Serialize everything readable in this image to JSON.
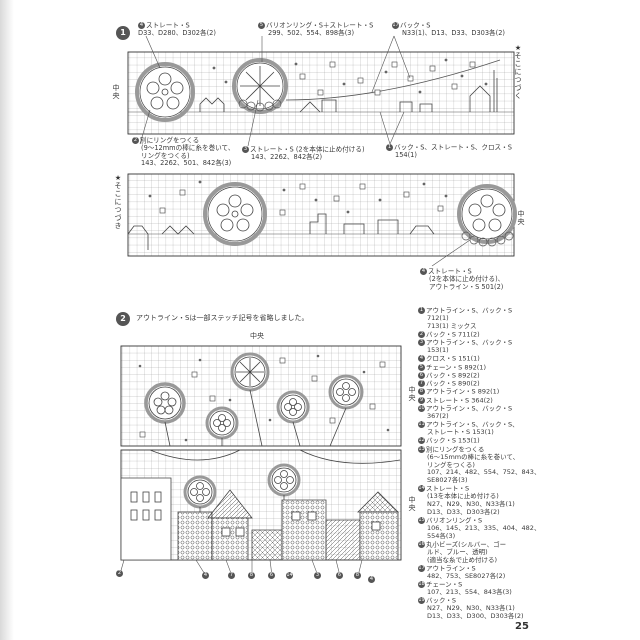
{
  "page_number": "25",
  "section1": {
    "badge": "1",
    "top_labels": {
      "a": {
        "num": "4",
        "line1": "ストレート・S",
        "line2": "D33、D280、D302各(2)"
      },
      "b": {
        "num": "5",
        "line1": "バリオンリング・S＋ストレート・S",
        "line2": "299、502、554、898各(3)"
      },
      "c": {
        "num": "17",
        "line1": "バック・S",
        "line2": "N33(1)、D13、D33、D303各(2)"
      }
    },
    "bottom_labels": {
      "a": {
        "num": "2",
        "line1": "別にリングをつくる",
        "line2": "(9〜12mmの棒に糸を巻いて、",
        "line3": "リングをつくる)",
        "line4": "143、2262、501、842各(3)"
      },
      "b": {
        "num": "3",
        "line1": "ストレート・S",
        "line1b": "(2を本体に止め付ける)",
        "line2": "143、2262、842各(2)"
      },
      "c": {
        "num": "1",
        "line1": "バック・S、ストレート・S、クロス・S",
        "line2": "154(1)"
      }
    },
    "side_center": "中央",
    "side_join": "★そこにつづく",
    "side_join2": "★そこにつづき",
    "side_center2": "中央",
    "lower_label": {
      "num": "4",
      "line1": "ストレート・S",
      "line2": "(2を本体に止め付ける)、",
      "line3": "アウトライン・S 501(2)"
    }
  },
  "section2": {
    "badge": "2",
    "heading": "アウトライン・Sは一部ステッチ記号を省略しました。",
    "center_top": "中央",
    "center_right": "中央",
    "center_right2": "中央",
    "bottom_callouts": [
      "2",
      "4",
      "7",
      "8",
      "6",
      "14",
      "3",
      "6",
      "8",
      "4"
    ]
  },
  "legend": [
    {
      "num": "1",
      "text": "アウトライン・S、バック・S",
      "sub": [
        "712(1)",
        "713(1)  ミックス"
      ]
    },
    {
      "num": "2",
      "text": "バック・S 711(2)"
    },
    {
      "num": "3",
      "text": "アウトライン・S、バック・S",
      "sub": [
        "153(1)"
      ]
    },
    {
      "num": "4",
      "text": "クロス・S 151(1)"
    },
    {
      "num": "5",
      "text": "チェーン・S 892(1)"
    },
    {
      "num": "6",
      "text": "バック・S 892(2)"
    },
    {
      "num": "7",
      "text": "バック・S 890(2)"
    },
    {
      "num": "8",
      "text": "アウトライン・S 892(1)"
    },
    {
      "num": "9",
      "text": "ストレート・S 364(2)"
    },
    {
      "num": "10",
      "text": "アウトライン・S、バック・S",
      "sub": [
        "367(2)"
      ]
    },
    {
      "num": "11",
      "text": "アウトライン・S、バック・S、",
      "sub": [
        "ストレート・S 153(1)"
      ]
    },
    {
      "num": "12",
      "text": "バック・S 153(1)"
    },
    {
      "num": "13",
      "text": "別にリングをつくる",
      "sub": [
        "(6〜15mmの棒に糸を巻いて、",
        "リングをつくる)",
        "107、214、482、554、752、843、",
        "SE8027各(3)"
      ]
    },
    {
      "num": "14",
      "text": "ストレート・S",
      "sub": [
        "(13を本体に止め付ける)",
        "N27、N29、N30、N33各(1)",
        "D13、D33、D303各(2)"
      ]
    },
    {
      "num": "15",
      "text": "バリオンリング・S",
      "sub": [
        "106、145、213、335、404、482、",
        "554各(3)"
      ]
    },
    {
      "num": "16",
      "text": "丸小ビーズ(シルバー、ゴー",
      "sub": [
        "ルド、ブルー、透明)",
        "(適当な糸で止め付ける)"
      ]
    },
    {
      "num": "17",
      "text": "アウトライン・S",
      "sub": [
        "482、753、SE8027各(2)"
      ]
    },
    {
      "num": "18",
      "text": "チェーン・S",
      "sub": [
        "107、213、554、843各(3)"
      ]
    },
    {
      "num": "19",
      "text": "バック・S",
      "sub": [
        "N27、N29、N30、N33各(1)",
        "D13、D33、D300、D303各(2)"
      ]
    }
  ]
}
